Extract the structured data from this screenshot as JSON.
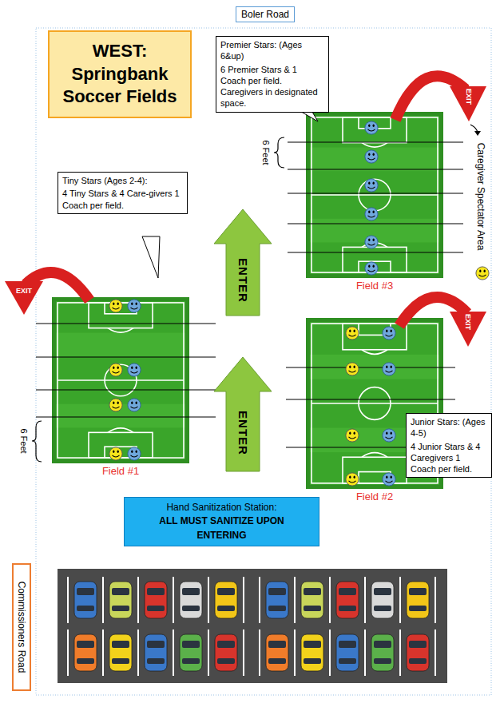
{
  "diagram": {
    "nodes": [
      {
        "text": [
          "Boler Road"
        ]
      },
      {
        "text": [
          "WEST: Springbank Soccer Fields"
        ]
      },
      {
        "text": [
          "Premier Stars: (Ages 6&up)",
          "6 Premier Stars & 1 Coach per field. Caregivers in designated space."
        ]
      },
      {
        "text": [
          "Field #3"
        ]
      },
      {
        "text": [
          "Tiny Stars (Ages 2-4):",
          "4 Tiny Stars & 4 Care-givers 1 Coach per field."
        ]
      },
      {
        "text": [
          "Field #1"
        ]
      },
      {
        "text": [
          "Field #2"
        ]
      },
      {
        "text": [
          "Junior Stars: (Ages 4-5)",
          "4 Junior Stars & 4 Caregivers 1 Coach per field."
        ]
      },
      {
        "text": [
          "Hand Sanitization Station:",
          "ALL MUST SANITIZE UPON ENTERING"
        ]
      },
      {
        "text": [
          "Commissioners Road"
        ]
      }
    ],
    "labels": [
      "EXIT",
      "EXIT",
      "EXIT",
      "ENTER",
      "ENTER",
      "6 Feet",
      "6 Feet",
      "Caregiver Spectator Area"
    ]
  }
}
